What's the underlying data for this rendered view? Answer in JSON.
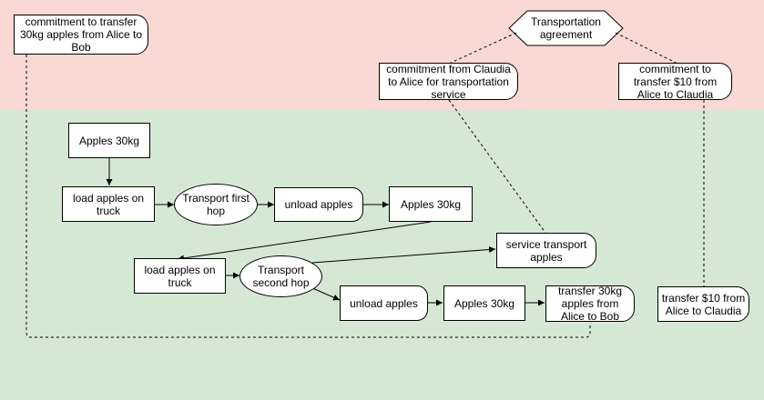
{
  "colors": {
    "top_lane": "#fad9d5",
    "bottom_lane": "#d5e8d4",
    "stroke": "#000000",
    "node_fill": "#ffffff"
  },
  "nodes": {
    "commitment_apples": "commitment to transfer 30kg apples from Alice to Bob",
    "transportation_agreement": "Transportation agreement",
    "commitment_claudia": "commitment from Claudia to Alice for transportation service",
    "commitment_money": "commitment to transfer $10 from Alice to Claudia",
    "apples_1": "Apples 30kg",
    "load_1": "load apples on truck",
    "transport_1": "Transport first hop",
    "unload_1": "unload apples",
    "apples_2": "Apples 30kg",
    "service_transport": "service transport apples",
    "load_2": "load apples on truck",
    "transport_2": "Transport second hop",
    "unload_2": "unload apples",
    "apples_3": "Apples 30kg",
    "transfer_apples": "transfer 30kg apples from Alice to Bob",
    "transfer_money": "transfer $10 from Alice to Claudia"
  }
}
